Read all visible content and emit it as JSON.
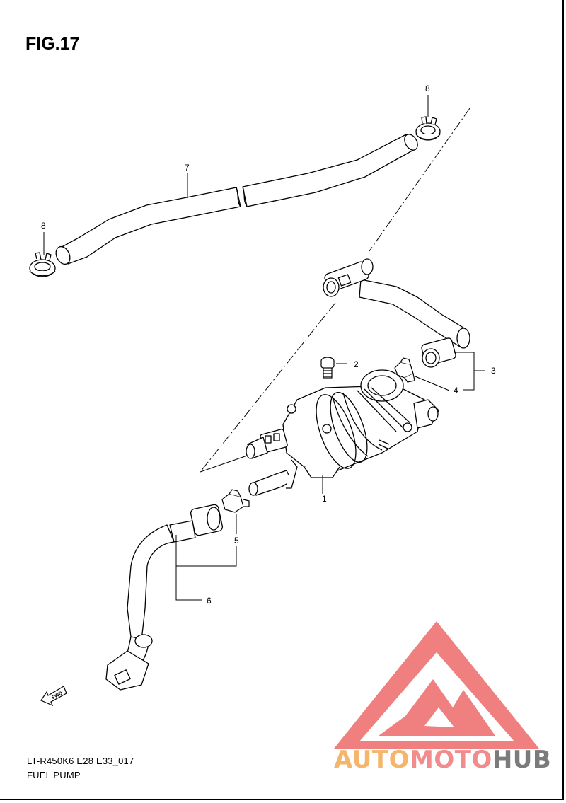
{
  "figure": {
    "title": "FIG.17",
    "code": "LT-R450K6 E28 E33_017",
    "name": "FUEL PUMP"
  },
  "callouts": {
    "c1": "1",
    "c2": "2",
    "c3": "3",
    "c4": "4",
    "c5": "5",
    "c6": "6",
    "c7": "7",
    "c8a": "8",
    "c8b": "8"
  },
  "fwd_marker": {
    "label": "FWD",
    "icon": "fwd-arrow-icon"
  },
  "watermark": {
    "part1": "AUTO",
    "part2": "MOTO",
    "part3": "HUB",
    "colors": {
      "triangle": "#f08080",
      "orange": "#f5b56a",
      "pink": "#f28b8b",
      "gray": "#7b7b7b"
    }
  }
}
